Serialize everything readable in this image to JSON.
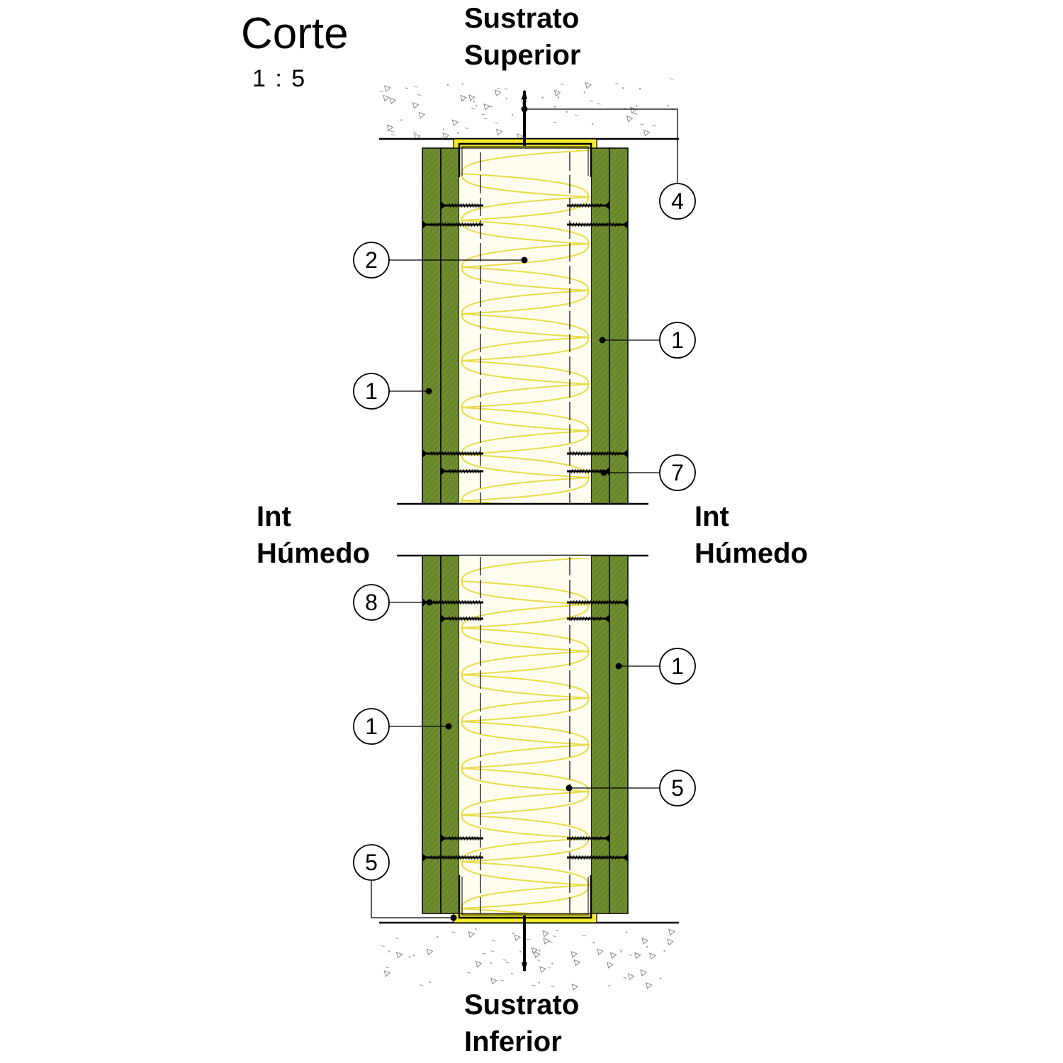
{
  "title": "Corte",
  "scale": "1 : 5",
  "labels": {
    "top_line1": "Sustrato",
    "top_line2": "Superior",
    "bottom_line1": "Sustrato",
    "bottom_line2": "Inferior",
    "left_line1": "Int",
    "left_line2": "Húmedo",
    "right_line1": "Int",
    "right_line2": "Húmedo"
  },
  "callouts": [
    "4",
    "2",
    "1",
    "1",
    "7",
    "8",
    "1",
    "1",
    "5",
    "5"
  ],
  "colors": {
    "board": "#6f8c2f",
    "board_hatch": "#5b7424",
    "insulation": "#fffde6",
    "insulation_line": "#e8dc4a",
    "track_fill": "#f2ea2a",
    "line": "#000000"
  }
}
